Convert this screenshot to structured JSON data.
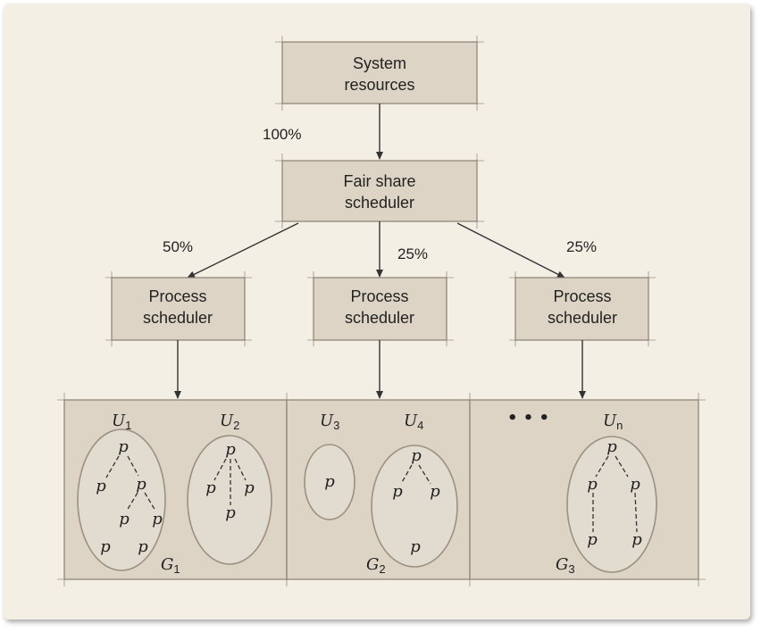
{
  "boxes": {
    "system_resources": [
      "System",
      "resources"
    ],
    "fair_share_scheduler": [
      "Fair share",
      "scheduler"
    ],
    "process_scheduler_1": [
      "Process",
      "scheduler"
    ],
    "process_scheduler_2": [
      "Process",
      "scheduler"
    ],
    "process_scheduler_3": [
      "Process",
      "scheduler"
    ]
  },
  "percentages": {
    "to_fair_share": "100%",
    "to_scheduler_1": "50%",
    "to_scheduler_2": "25%",
    "to_scheduler_3": "25%"
  },
  "groups": {
    "g1": {
      "letter": "G",
      "index": "1"
    },
    "g2": {
      "letter": "G",
      "index": "2"
    },
    "g3": {
      "letter": "G",
      "index": "3"
    }
  },
  "users": {
    "u1": {
      "letter": "U",
      "index": "1"
    },
    "u2": {
      "letter": "U",
      "index": "2"
    },
    "u3": {
      "letter": "U",
      "index": "3"
    },
    "u4": {
      "letter": "U",
      "index": "4"
    },
    "un": {
      "letter": "U",
      "index": "n"
    }
  },
  "ellipsis": "• • •",
  "process_label": "p"
}
